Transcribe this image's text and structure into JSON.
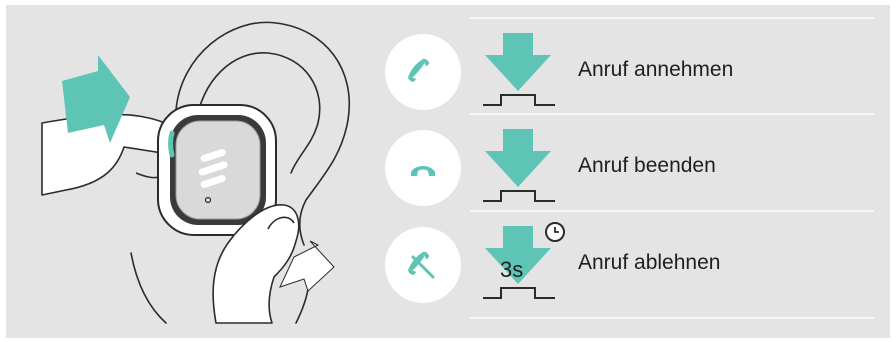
{
  "colors": {
    "panel_background": "#e4e4e4",
    "accent": "#5ec4b6",
    "line": "#2b2b2b",
    "divider": "#f7f7f7"
  },
  "illustration": {
    "description_icons": [
      "hand-press-arrow-icon",
      "earbud-icon",
      "ear-icon",
      "hand-tap-arrow-icon"
    ]
  },
  "actions": [
    {
      "label": "Anruf annehmen",
      "icon": "phone-answer-icon",
      "press": "short-press"
    },
    {
      "label": "Anruf beenden",
      "icon": "phone-hangup-icon",
      "press": "short-press"
    },
    {
      "label": "Anruf ablehnen",
      "icon": "phone-reject-icon",
      "press": "long-press",
      "duration": "3s"
    }
  ]
}
